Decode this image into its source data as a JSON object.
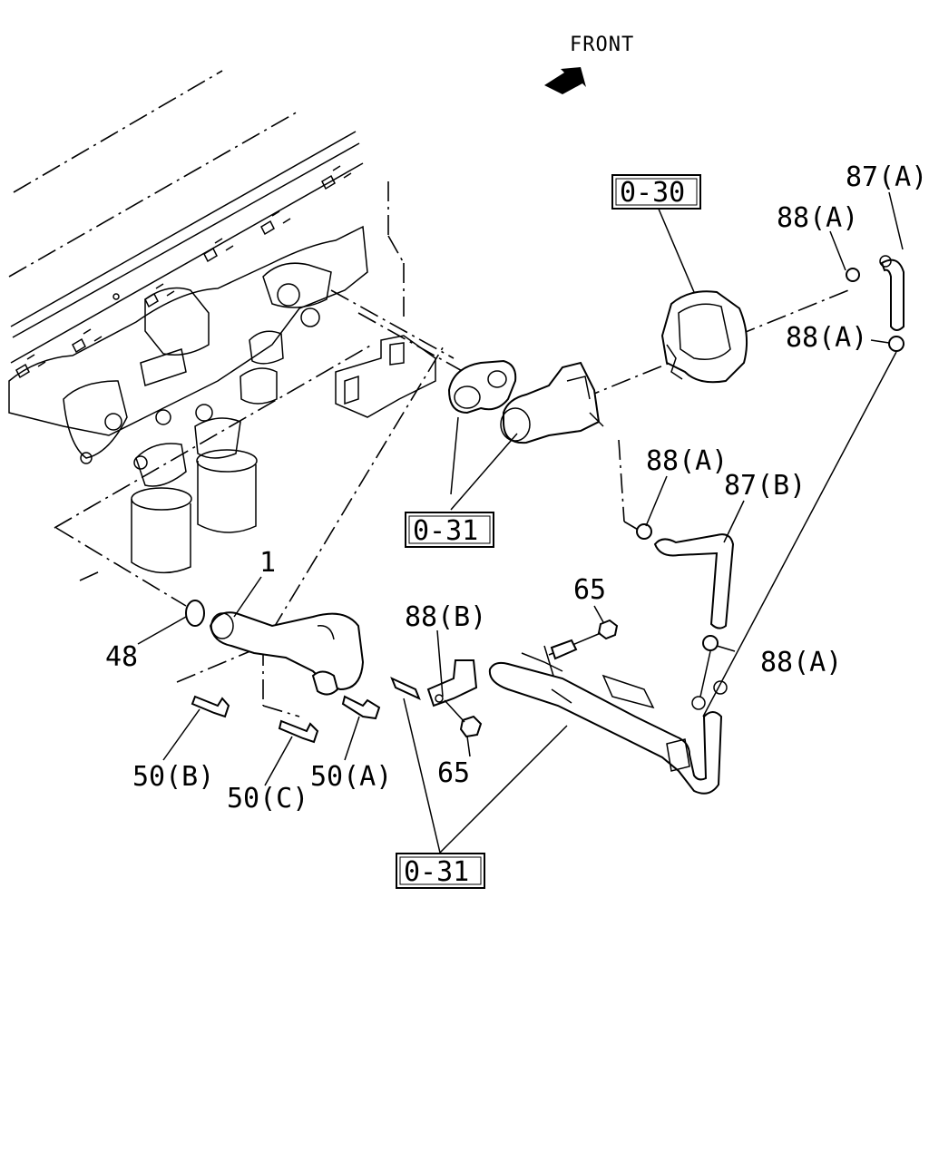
{
  "direction": {
    "label": "FRONT",
    "icon": "front-arrow-icon"
  },
  "refs": {
    "r030": "0-30",
    "r031_top": "0-31",
    "r031_bottom": "0-31"
  },
  "callouts": {
    "c87A": "87(A)",
    "c88A_1": "88(A)",
    "c88A_2": "88(A)",
    "c88A_3": "88(A)",
    "c88A_4": "88(A)",
    "c87B": "87(B)",
    "c65_1": "65",
    "c65_2": "65",
    "c88B": "88(B)",
    "c1": "1",
    "c48": "48",
    "c50B": "50(B)",
    "c50C": "50(C)",
    "c50A": "50(A)"
  },
  "colors": {
    "ink": "#000000",
    "paper": "#ffffff"
  }
}
